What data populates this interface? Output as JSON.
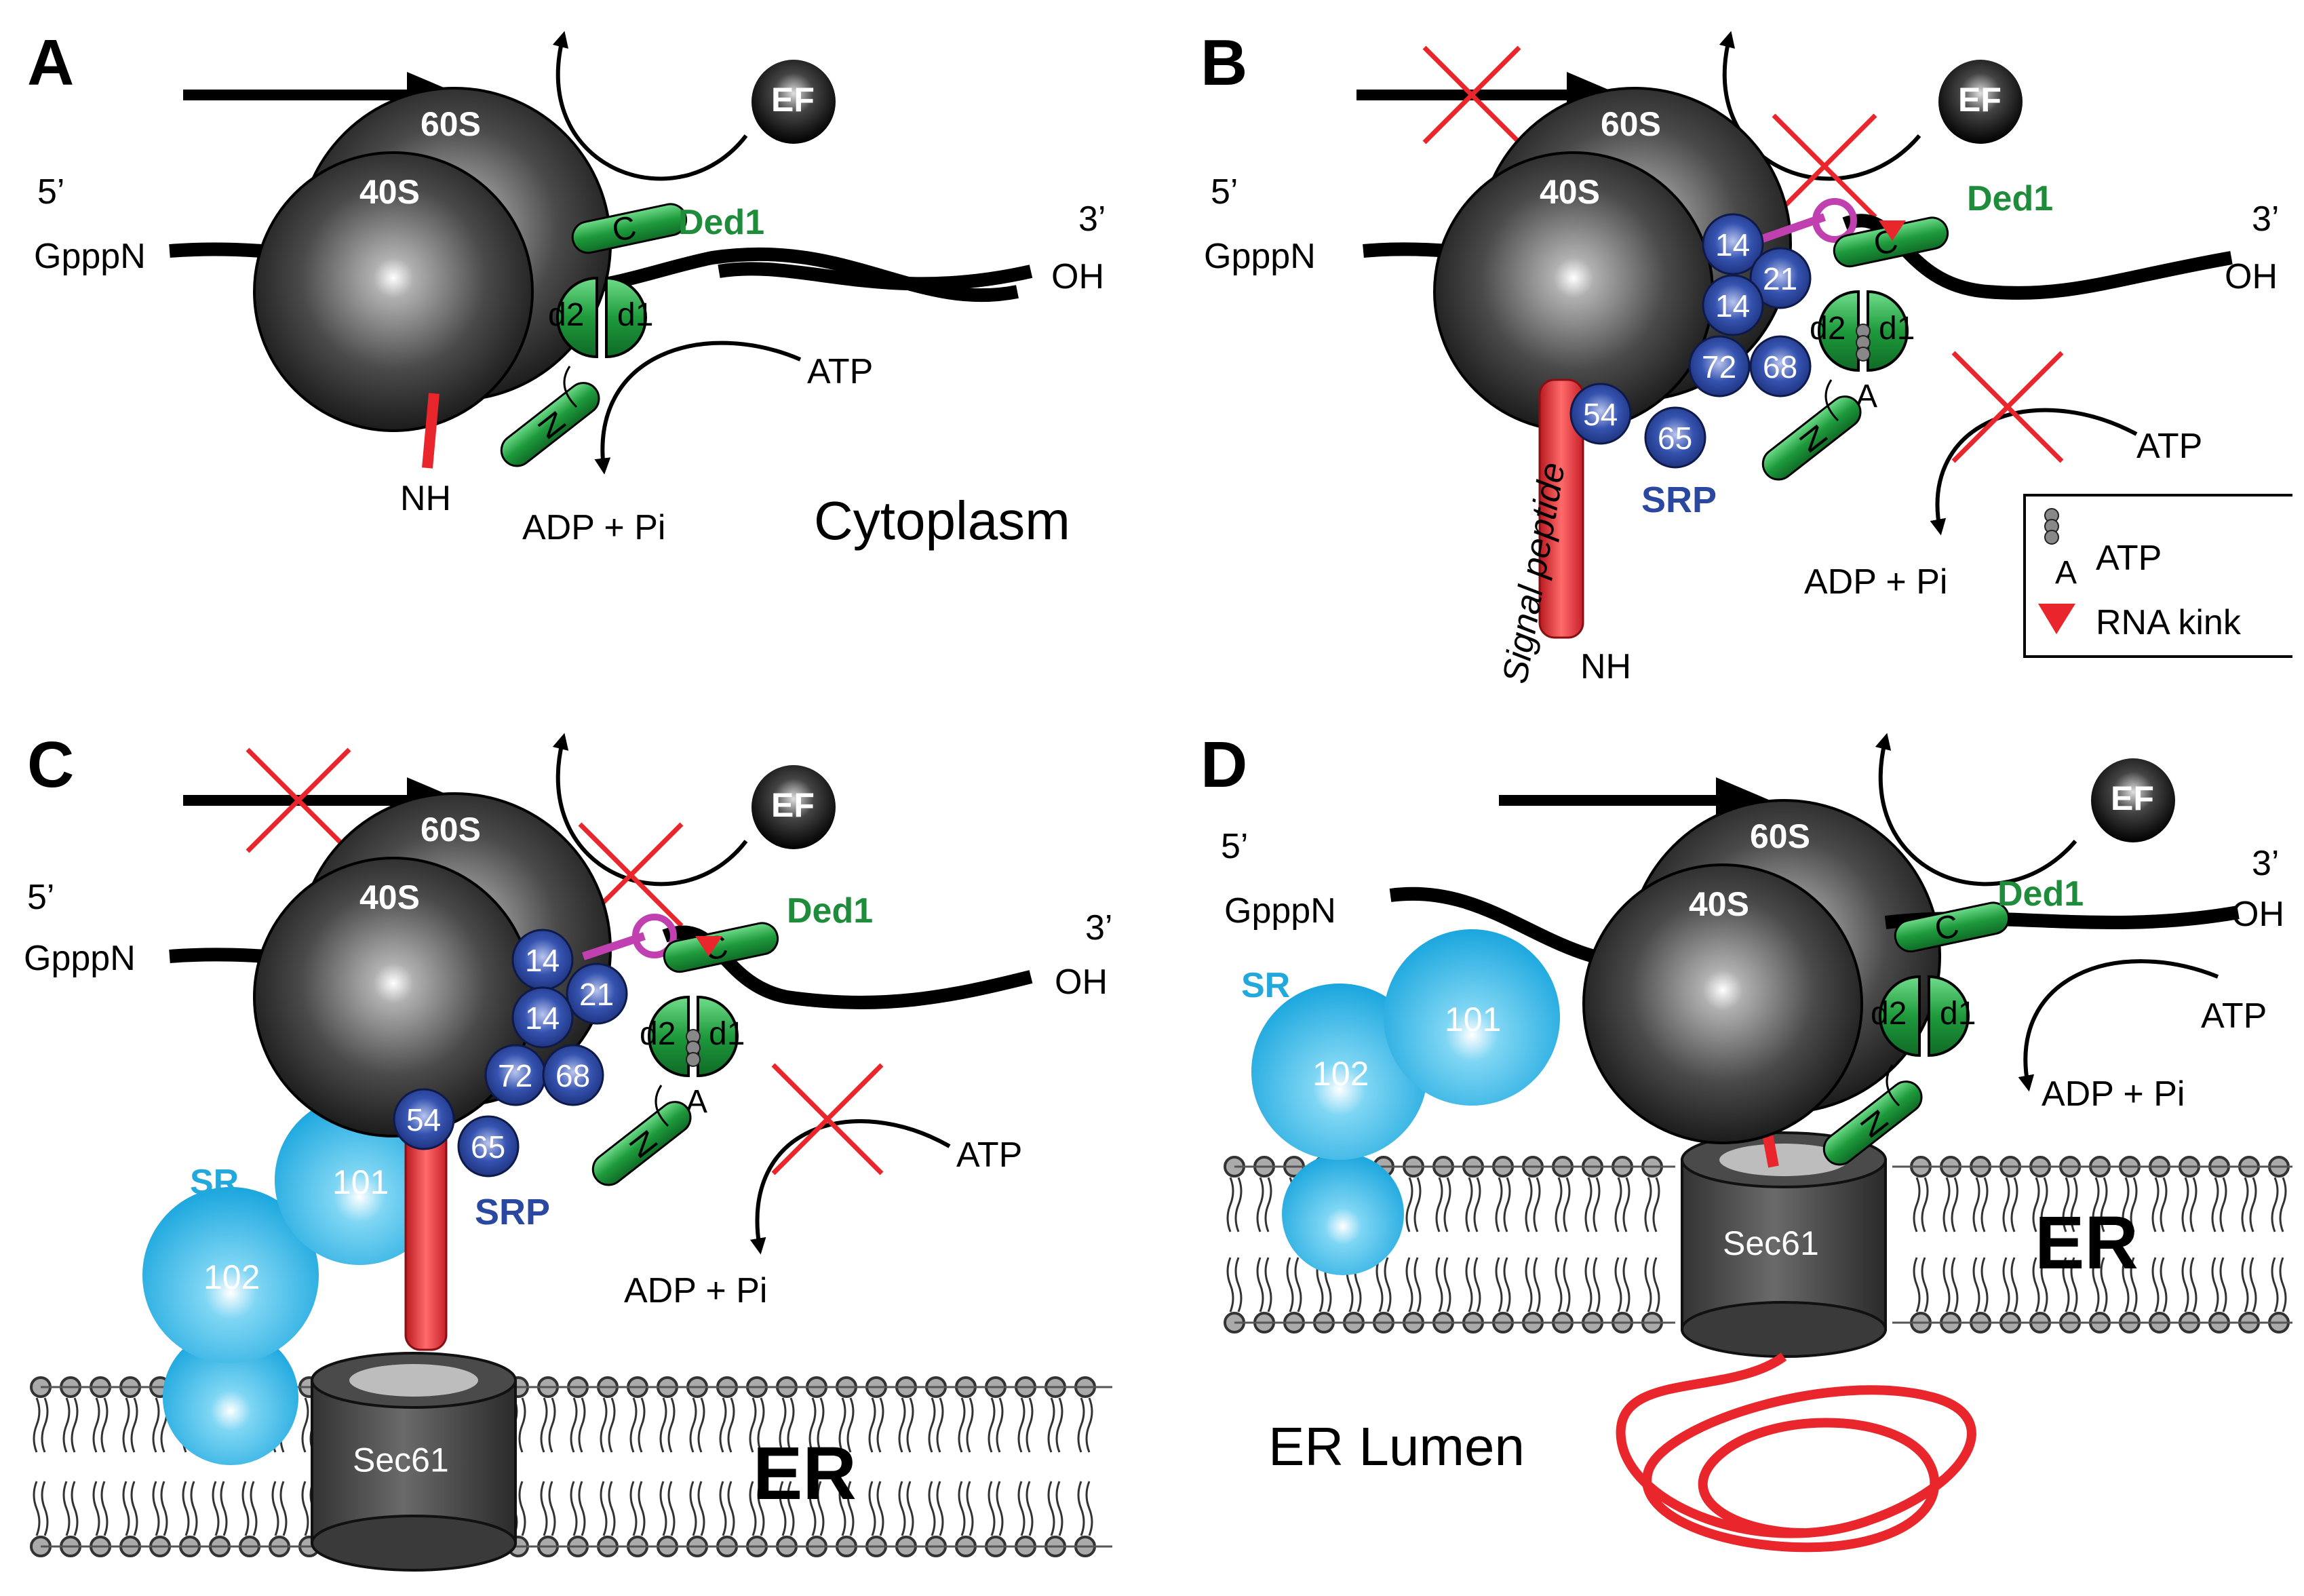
{
  "colors": {
    "ded1_green": "#1e8c3a",
    "srp_blue": "#2a48a0",
    "sr_cyan": "#2fb3e6",
    "kink_red": "#e8262b",
    "linker_magenta": "#c040b0",
    "sec61_gray": "#555555"
  },
  "panels": {
    "A": {
      "letter": "A",
      "five": "5’",
      "cap": "GpppN",
      "three": "3’",
      "oh": "OH",
      "s60": "60S",
      "s40": "40S",
      "ef": "EF",
      "ded1": "Ded1",
      "d1": "d1",
      "d2": "d2",
      "c": "C",
      "n": "N",
      "atp": "ATP",
      "adp": "ADP + Pi",
      "nh": "NH",
      "compartment": "Cytoplasm"
    },
    "B": {
      "letter": "B",
      "five": "5’",
      "cap": "GpppN",
      "three": "3’",
      "oh": "OH",
      "s60": "60S",
      "s40": "40S",
      "ef": "EF",
      "ded1": "Ded1",
      "d1": "d1",
      "d2": "d2",
      "c": "C",
      "n": "N",
      "a": "A",
      "atp": "ATP",
      "adp": "ADP + Pi",
      "nh": "NH",
      "signal": "Signal peptide",
      "srp": "SRP",
      "srp_subunits": [
        "14",
        "21",
        "14",
        "72",
        "68",
        "54",
        "65"
      ],
      "legend": {
        "atp": "ATP",
        "atp_mark": "A",
        "kink": "RNA kink"
      }
    },
    "C": {
      "letter": "C",
      "five": "5’",
      "cap": "GpppN",
      "three": "3’",
      "oh": "OH",
      "s60": "60S",
      "s40": "40S",
      "ef": "EF",
      "ded1": "Ded1",
      "d1": "d1",
      "d2": "d2",
      "c": "C",
      "n": "N",
      "a": "A",
      "atp": "ATP",
      "adp": "ADP + Pi",
      "srp": "SRP",
      "srp_subunits": [
        "14",
        "21",
        "14",
        "72",
        "68",
        "54",
        "65"
      ],
      "sr": "SR",
      "sr101": "101",
      "sr102": "102",
      "sec61": "Sec61",
      "er": "ER"
    },
    "D": {
      "letter": "D",
      "five": "5’",
      "cap": "GpppN",
      "three": "3’",
      "oh": "OH",
      "s60": "60S",
      "s40": "40S",
      "ef": "EF",
      "ded1": "Ded1",
      "d1": "d1",
      "d2": "d2",
      "c": "C",
      "n": "N",
      "atp": "ATP",
      "adp": "ADP + Pi",
      "sr": "SR",
      "sr101": "101",
      "sr102": "102",
      "sec61": "Sec61",
      "er": "ER",
      "lumen": "ER Lumen"
    }
  }
}
